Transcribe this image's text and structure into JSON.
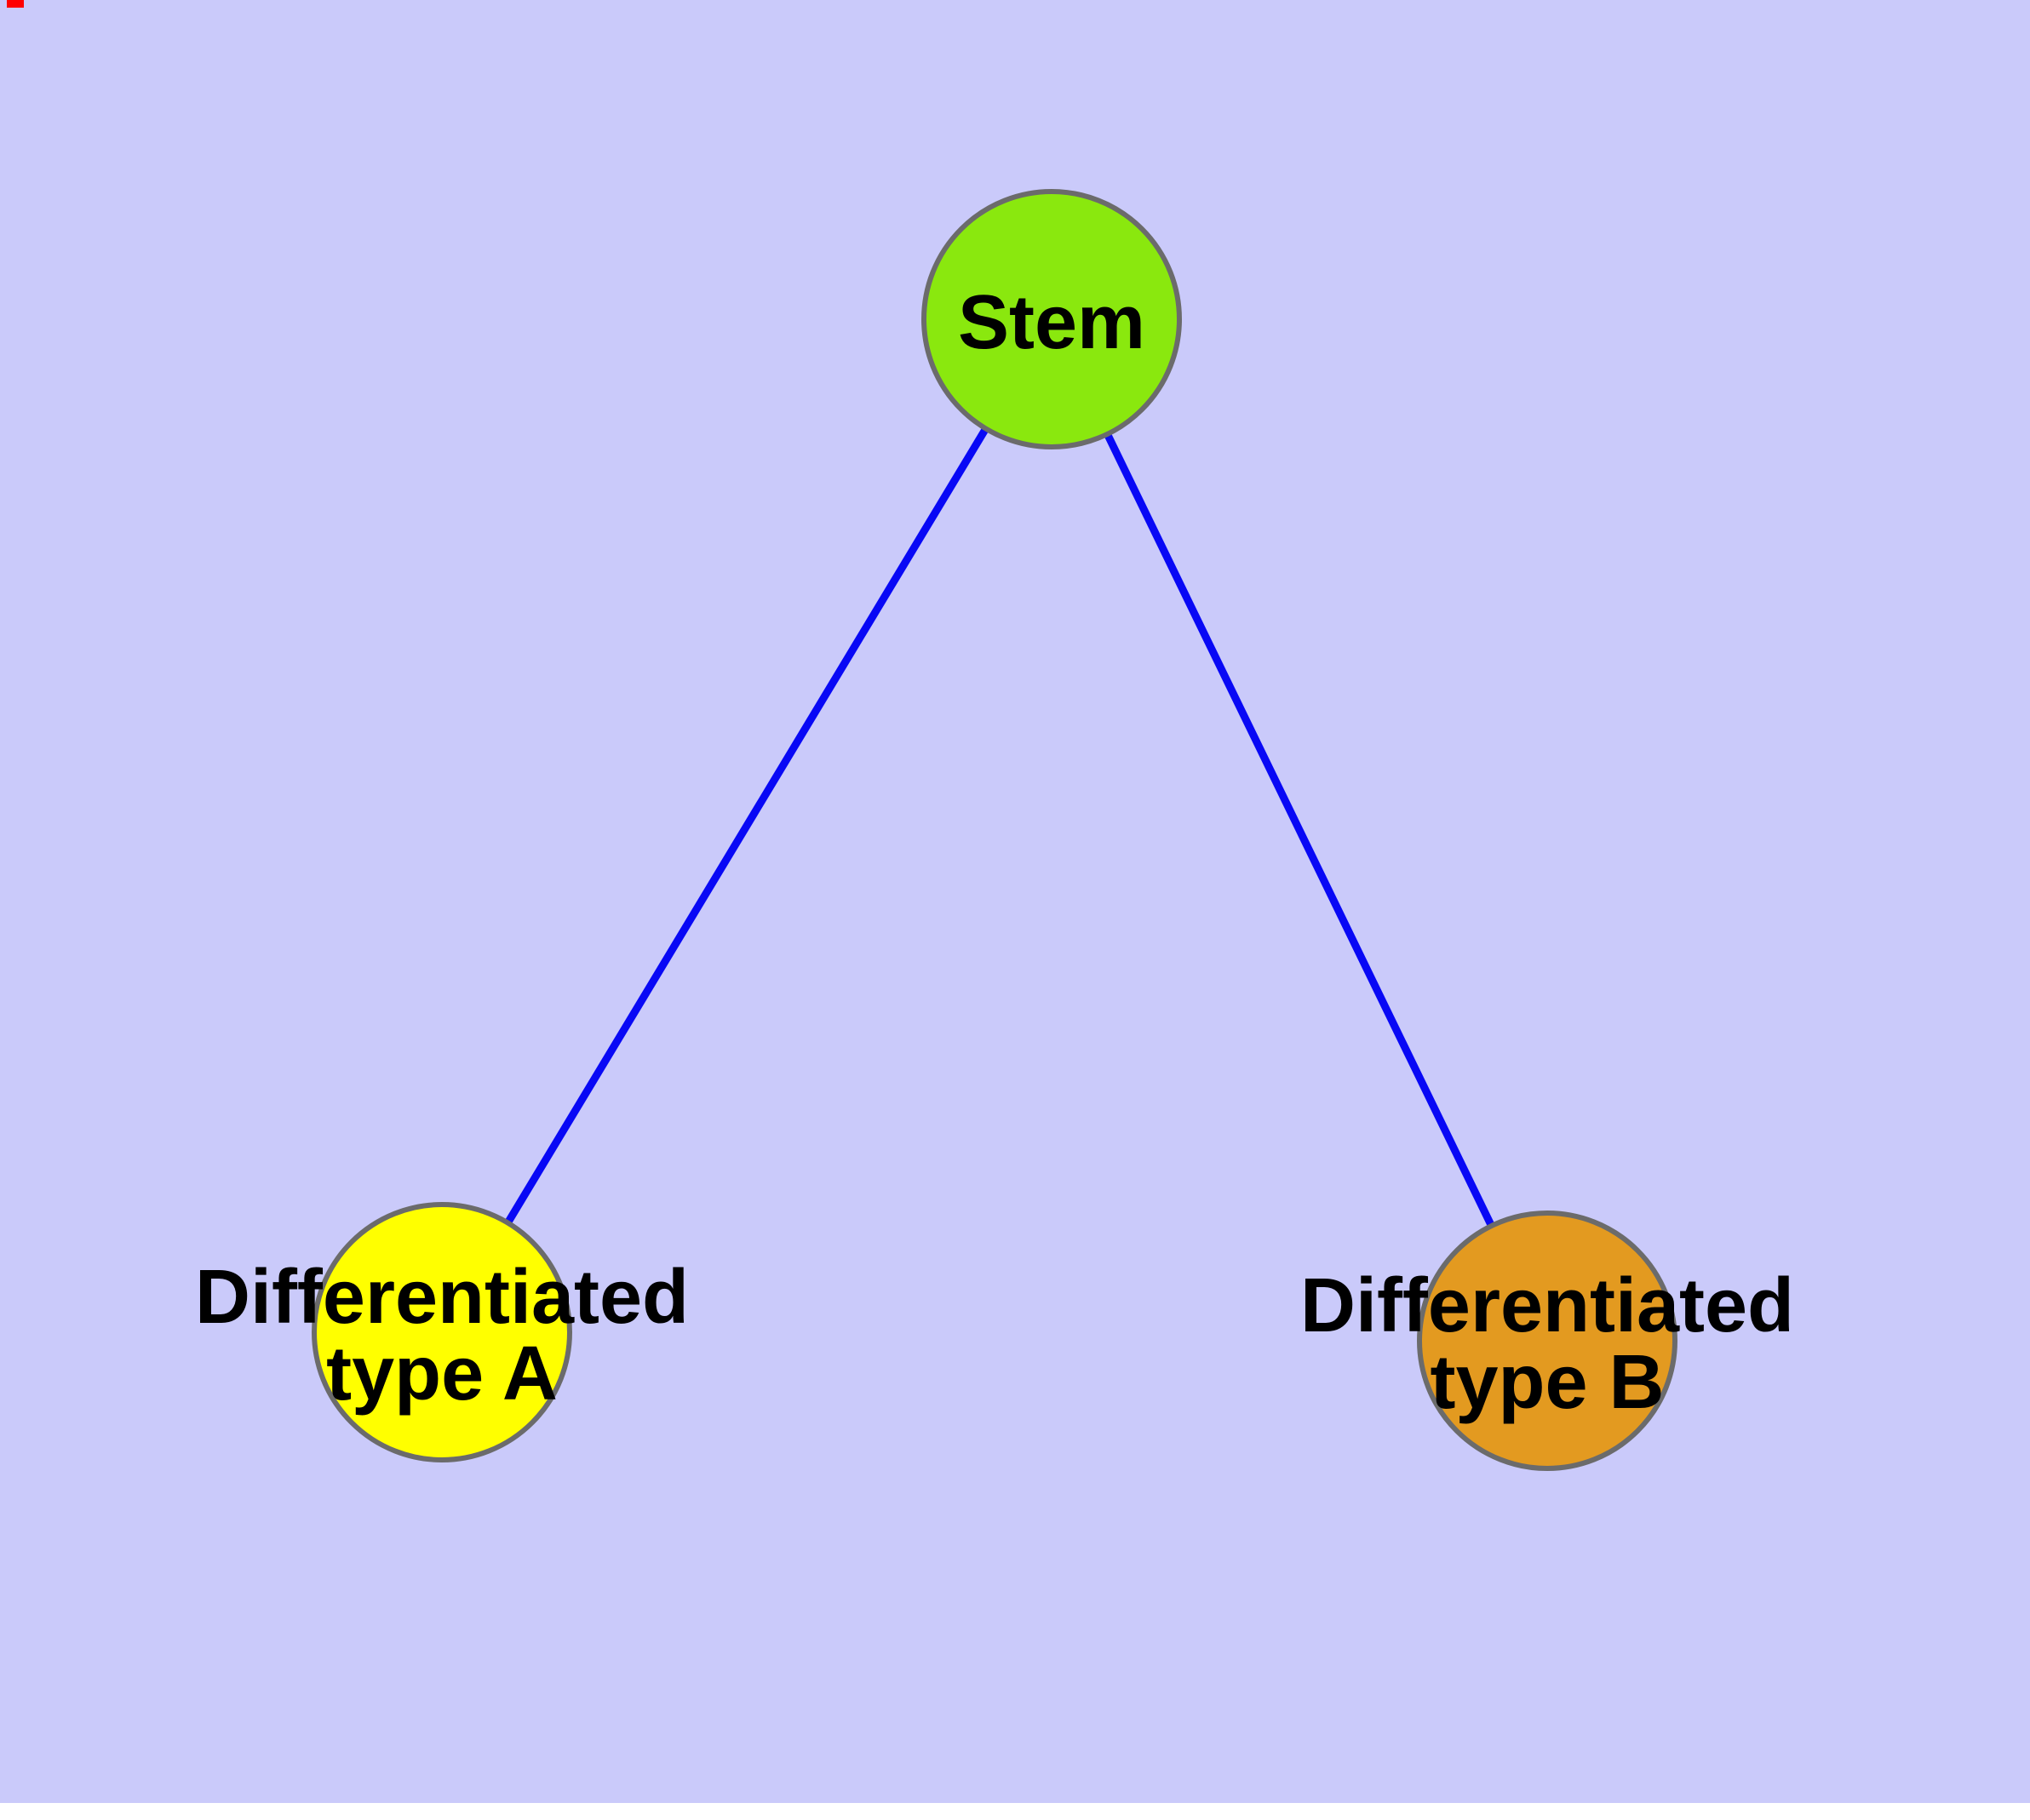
{
  "diagram": {
    "type": "graph",
    "nodes": [
      {
        "id": "stem",
        "label": "Stem",
        "fill": "#8AE80E"
      },
      {
        "id": "differentiated-type-a",
        "label_line1": "Differentiated",
        "label_line2": "type A",
        "fill": "#FFFF00"
      },
      {
        "id": "differentiated-type-b",
        "label_line1": "Differentiated",
        "label_line2": "type B",
        "fill": "#E39A20"
      }
    ],
    "edges": [
      {
        "from": "Stem",
        "to": "Differentiated type A"
      },
      {
        "from": "Stem",
        "to": "Differentiated type B"
      }
    ],
    "colors": {
      "background": "#CACAFA",
      "edge": "#0808F5",
      "node_border": "#6B6B6B",
      "label_text": "#000000",
      "top_left_marker": "#FF0000",
      "bottom_strip": "#FFFFFF"
    }
  }
}
